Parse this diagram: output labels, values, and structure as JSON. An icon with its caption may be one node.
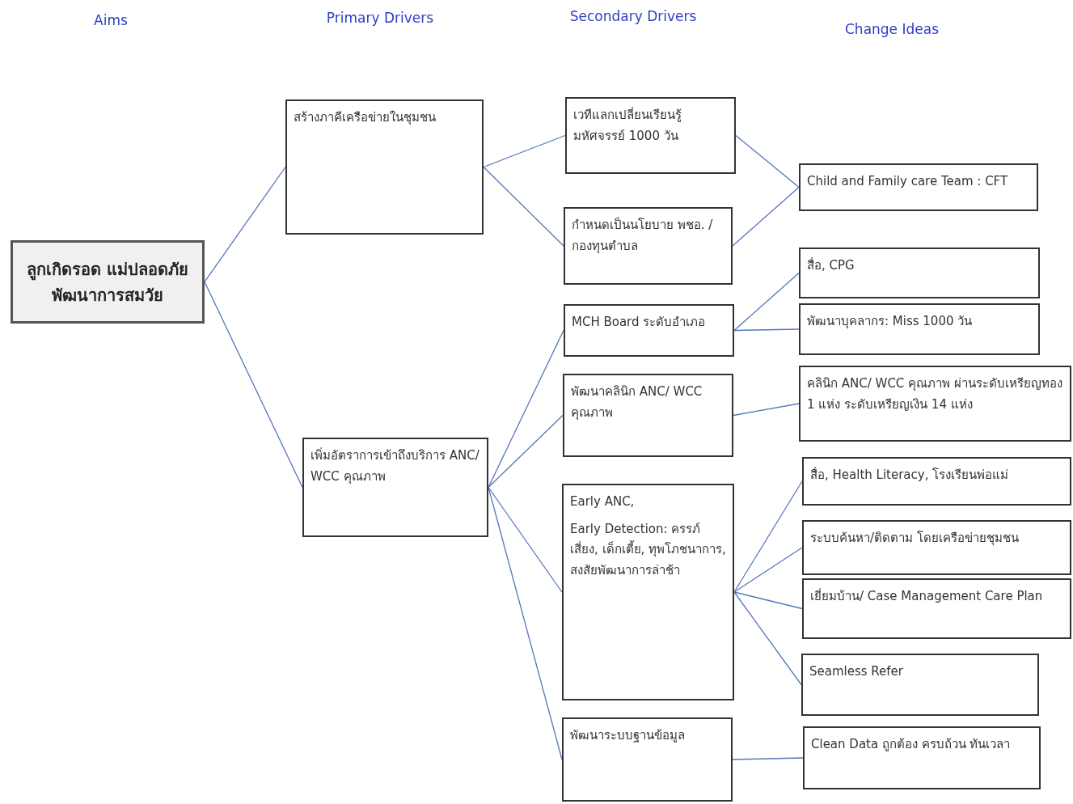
{
  "diagram": {
    "nodes": [
      {
        "text": [
          "ลูกเกิดรอด แม่ปลอดภัย พัฒนาการสมวัย"
        ]
      },
      {
        "text": [
          "สร้างภาคีเครือข่ายในชุมชน"
        ]
      },
      {
        "text": [
          "เพิ่มอัตราการเข้าถึงบริการ ANC/ WCC คุณภาพ"
        ]
      },
      {
        "text": [
          "เวทีแลกเปลี่ยนเรียนรู้ มหัศจรรย์ 1000 วัน"
        ]
      },
      {
        "text": [
          "กำหนดเป็นนโยบาย พชอ. / กองทุนตำบล"
        ]
      },
      {
        "text": [
          "MCH Board ระดับอำเภอ"
        ]
      },
      {
        "text": [
          "พัฒนาคลินิก ANC/ WCC คุณภาพ"
        ]
      },
      {
        "text": [
          "Early ANC,",
          "Early Detection: ครรภ์เสี่ยง, เด็กเตี้ย, ทุพโภชนาการ, สงสัยพัฒนาการล่าช้า"
        ]
      },
      {
        "text": [
          "พัฒนาระบบฐานข้อมูล"
        ]
      },
      {
        "text": [
          "Child and Family care Team : CFT"
        ]
      },
      {
        "text": [
          "สื่อ, CPG"
        ]
      },
      {
        "text": [
          "พัฒนาบุคลากร: Miss 1000 วัน"
        ]
      },
      {
        "text": [
          "คลินิก ANC/ WCC คุณภาพ ผ่านระดับเหรียญทอง 1 แห่ง ระดับเหรียญเงิน 14 แห่ง"
        ]
      },
      {
        "text": [
          "สื่อ, Health Literacy, โรงเรียนพ่อแม่"
        ]
      },
      {
        "text": [
          "ระบบค้นหา/ติดตาม โดยเครือข่ายชุมชน"
        ]
      },
      {
        "text": [
          "เยี่ยมบ้าน/ Case Management Care Plan"
        ]
      },
      {
        "text": [
          "Seamless Refer"
        ]
      },
      {
        "text": [
          "Clean Data ถูกต้อง ครบถ้วน ทันเวลา"
        ]
      }
    ],
    "edges": [
      {
        "from": 0,
        "to": 1,
        "arrow": "none"
      },
      {
        "from": 0,
        "to": 2,
        "arrow": "none"
      },
      {
        "from": 1,
        "to": 3,
        "arrow": "none"
      },
      {
        "from": 1,
        "to": 4,
        "arrow": "none"
      },
      {
        "from": 3,
        "to": 9,
        "arrow": "none"
      },
      {
        "from": 4,
        "to": 9,
        "arrow": "none"
      },
      {
        "from": 2,
        "to": 5,
        "arrow": "none"
      },
      {
        "from": 2,
        "to": 6,
        "arrow": "none"
      },
      {
        "from": 2,
        "to": 7,
        "arrow": "none"
      },
      {
        "from": 2,
        "to": 8,
        "arrow": "none"
      },
      {
        "from": 5,
        "to": 10,
        "arrow": "none"
      },
      {
        "from": 5,
        "to": 11,
        "arrow": "none"
      },
      {
        "from": 6,
        "to": 12,
        "arrow": "none"
      },
      {
        "from": 7,
        "to": 13,
        "arrow": "none"
      },
      {
        "from": 7,
        "to": 14,
        "arrow": "none"
      },
      {
        "from": 7,
        "to": 15,
        "arrow": "none"
      },
      {
        "from": 7,
        "to": 16,
        "arrow": "none"
      },
      {
        "from": 8,
        "to": 17,
        "arrow": "none"
      }
    ],
    "labels": [
      "Aims",
      "Primary Drivers",
      "Secondary Drivers",
      "Change Ideas"
    ]
  }
}
